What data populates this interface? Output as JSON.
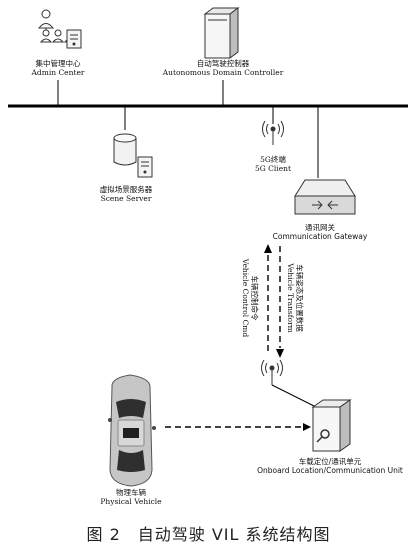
{
  "nodes": {
    "admin_center": {
      "zh": "集中管理中心",
      "en": "Admin Center"
    },
    "domain_controller": {
      "zh": "自动驾驶控制器",
      "en": "Autonomous Domain Controller"
    },
    "scene_server": {
      "zh": "虚拟场景服务器",
      "en": "Scene Server"
    },
    "client_5g": {
      "zh": "5G终端",
      "en": "5G Client"
    },
    "gateway": {
      "zh": "通讯网关",
      "en": "Communication Gateway"
    },
    "onboard_unit": {
      "zh": "车载定位/通讯单元",
      "en": "Onboard Location/Communication Unit"
    },
    "vehicle": {
      "zh": "物理车辆",
      "en": "Physical Vehicle"
    }
  },
  "links": {
    "control_cmd": {
      "zh": "车辆控制命令",
      "en": "Vehicle Control Cmd"
    },
    "transform": {
      "zh": "车辆姿态及位置数据",
      "en": "Vehicle Transform"
    }
  },
  "caption": "图 2　自动驾驶 VIL 系统结构图"
}
